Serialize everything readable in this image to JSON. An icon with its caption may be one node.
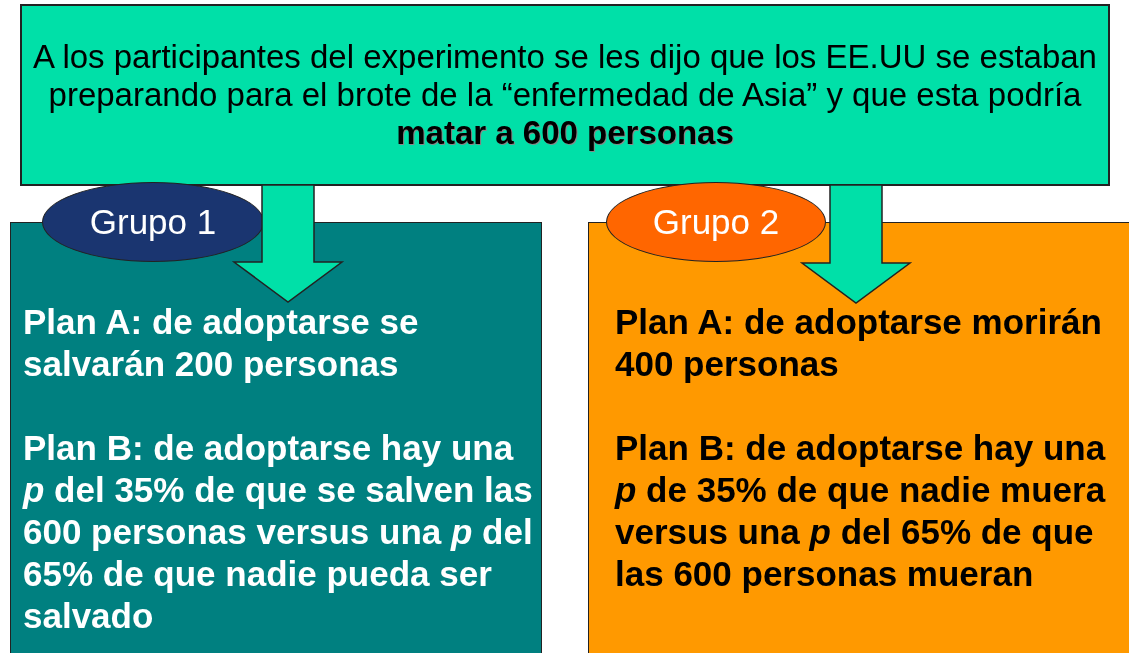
{
  "diagram": {
    "nodes": [
      {
        "text": [
          "A los participantes del experimento se les dijo que los EE.UU se estaban preparando para el brote de la “enfermedad de Asia” y que esta podría **matar a 600 personas**"
        ]
      },
      {
        "text": [
          "Grupo 1"
        ]
      },
      {
        "text": [
          "Plan A: de adoptarse se salvarán 200 personas",
          "Plan B: de adoptarse hay una *p* del 35% de que se salven las 600 personas versus una *p* del 65% de que nadie pueda ser salvado"
        ]
      },
      {
        "text": [
          "Grupo 2"
        ]
      },
      {
        "text": [
          "Plan A: de adoptarse morirán 400 personas",
          "Plan B: de adoptarse hay una *p* de 35% de que nadie muera versus una *p* del 65% de que las 600 personas mueran"
        ]
      }
    ],
    "edges": [
      {
        "from": 0,
        "to": 2,
        "arrow": "to"
      },
      {
        "from": 0,
        "to": 4,
        "arrow": "to"
      }
    ]
  }
}
